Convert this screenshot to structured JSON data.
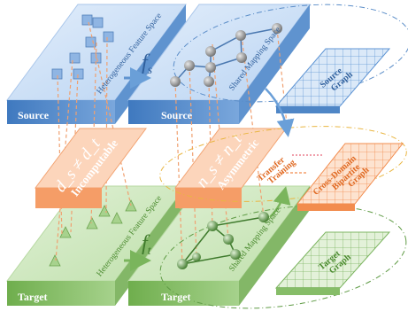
{
  "source_block": {
    "feature_space_label": "Heterogeneous Feature Space",
    "mapping_space_label": "Shared Mapping Space",
    "left_label": "Source",
    "right_label": "Source",
    "graph_label_line1": "Source",
    "graph_label_line2": "Graph",
    "mapping_fn": "f",
    "mapping_fn_sub": "s"
  },
  "target_block": {
    "feature_space_label": "Heterogeneous Feature Space",
    "mapping_space_label": "Shared Mapping Space",
    "left_label": "Target",
    "right_label": "Target",
    "graph_label_line1": "Target",
    "graph_label_line2": "Graph",
    "mapping_fn": "f",
    "mapping_fn_sub": "t"
  },
  "middle": {
    "dim_formula": "d_s ≠ d_t",
    "dim_label": "Incomputable",
    "count_formula": "n_s ≠ n_t",
    "count_label": "Asymmetric",
    "transfer_line1": "Transfer",
    "transfer_line2": "Training",
    "bipartite_line1": "Cross-Domain",
    "bipartite_line2": "Bipartite",
    "bipartite_line3": "Graph"
  },
  "colors": {
    "blue_top": "#cfe2f7",
    "blue_front": "#4f86c6",
    "green_top": "#cfe7c2",
    "green_front": "#86bd68",
    "orange": "#f39a63",
    "orange_light": "#fbd1b4",
    "dashed_orange": "#f0a070",
    "arrow_blue": "#6a9fd8"
  }
}
